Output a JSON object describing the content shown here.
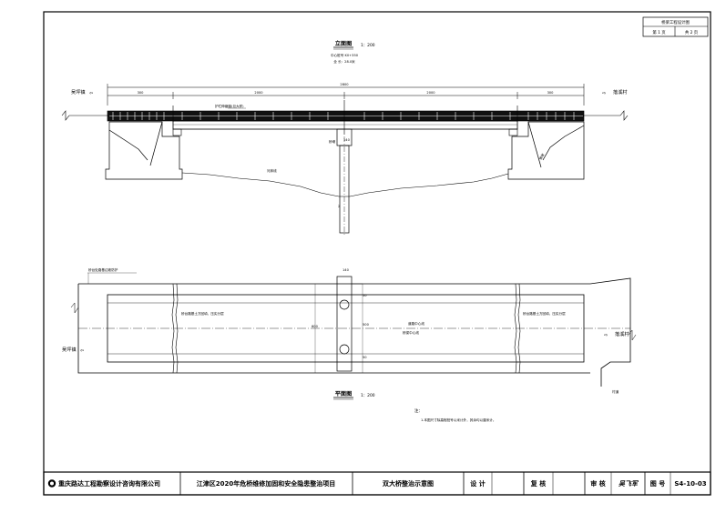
{
  "sheet_stamp": {
    "title": "桥梁工程设计图",
    "sheet_no": "第 1 页",
    "total": "共 2 页"
  },
  "elevation": {
    "title": "立面图",
    "scale": "1：200",
    "center_stake": "中心桩号 K0+350",
    "full_length": "全 长：28.0米",
    "total_dim": "2800",
    "spans": [
      "300",
      "2000",
      "2000",
      "300"
    ],
    "dir_left": "吴坪镇",
    "dir_right": "落溪村",
    "note_railing": "护栏伸缩缝(见大样)",
    "note_pier": "桥墩",
    "pier_width": "140",
    "pier_depth": "2",
    "note_bed": "河床线",
    "note_slope": "锥坡"
  },
  "plan": {
    "title": "平面图",
    "scale": "1：200",
    "top_width": "140",
    "note_topleft": "桥台处路基边坡防护",
    "note_left": "桥台路基土方回填，压实分层",
    "note_right": "桥台路基土方回填，压实分层",
    "note_center1": "道路中心线",
    "note_center2": "桥梁中心线",
    "dir_left": "吴坪镇",
    "dir_right": "落溪村",
    "note_road": "村道",
    "dim_a": "50",
    "dim_b": "500",
    "dim_c": "50",
    "dim_total": "600"
  },
  "notes": {
    "title": "注：",
    "line1": "1.本图尺寸除高程桩号以米计外，其余均以厘米计。"
  },
  "title_block": {
    "company": "重庆路达工程勘察设计咨询有限公司",
    "project": "江津区2020年危桥维修加固和安全隐患整治项目",
    "drawing": "双大桥整治示意图",
    "design_label": "设 计",
    "check_label": "复 核",
    "review_label": "审 核",
    "signature": "吴飞军",
    "drawing_no_label": "图 号",
    "drawing_no": "S4-10-03"
  }
}
